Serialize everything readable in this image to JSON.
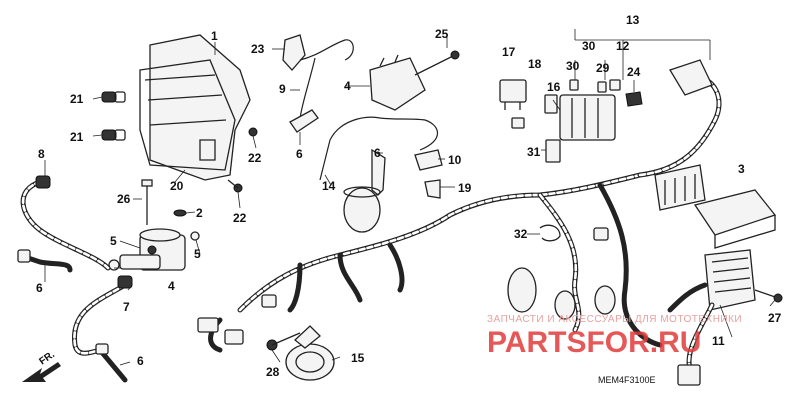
{
  "diagram": {
    "code": "MEM4F3100E",
    "front_arrow_label": "FR.",
    "watermark": {
      "line1": "ЗАПЧАСТИ И АКСЕССУАРЫ ДЛЯ МОТОТЕХНИКИ",
      "line2": "PARTSFOR.RU"
    }
  },
  "callouts": [
    {
      "id": "1",
      "text": "1"
    },
    {
      "id": "2",
      "text": "2"
    },
    {
      "id": "3",
      "text": "3"
    },
    {
      "id": "4a",
      "text": "4"
    },
    {
      "id": "4b",
      "text": "4"
    },
    {
      "id": "5a",
      "text": "5"
    },
    {
      "id": "5b",
      "text": "5"
    },
    {
      "id": "6a",
      "text": "6"
    },
    {
      "id": "6b",
      "text": "6"
    },
    {
      "id": "6c",
      "text": "6"
    },
    {
      "id": "6d",
      "text": "6"
    },
    {
      "id": "7",
      "text": "7"
    },
    {
      "id": "8",
      "text": "8"
    },
    {
      "id": "9",
      "text": "9"
    },
    {
      "id": "10",
      "text": "10"
    },
    {
      "id": "11",
      "text": "11"
    },
    {
      "id": "12",
      "text": "12"
    },
    {
      "id": "13",
      "text": "13"
    },
    {
      "id": "14",
      "text": "14"
    },
    {
      "id": "15",
      "text": "15"
    },
    {
      "id": "16",
      "text": "16"
    },
    {
      "id": "17",
      "text": "17"
    },
    {
      "id": "18",
      "text": "18"
    },
    {
      "id": "19",
      "text": "19"
    },
    {
      "id": "20",
      "text": "20"
    },
    {
      "id": "21a",
      "text": "21"
    },
    {
      "id": "21b",
      "text": "21"
    },
    {
      "id": "22a",
      "text": "22"
    },
    {
      "id": "22b",
      "text": "22"
    },
    {
      "id": "23",
      "text": "23"
    },
    {
      "id": "24",
      "text": "24"
    },
    {
      "id": "25",
      "text": "25"
    },
    {
      "id": "26",
      "text": "26"
    },
    {
      "id": "27",
      "text": "27"
    },
    {
      "id": "28",
      "text": "28"
    },
    {
      "id": "29",
      "text": "29"
    },
    {
      "id": "30a",
      "text": "30"
    },
    {
      "id": "30b",
      "text": "30"
    },
    {
      "id": "31",
      "text": "31"
    },
    {
      "id": "32",
      "text": "32"
    }
  ]
}
